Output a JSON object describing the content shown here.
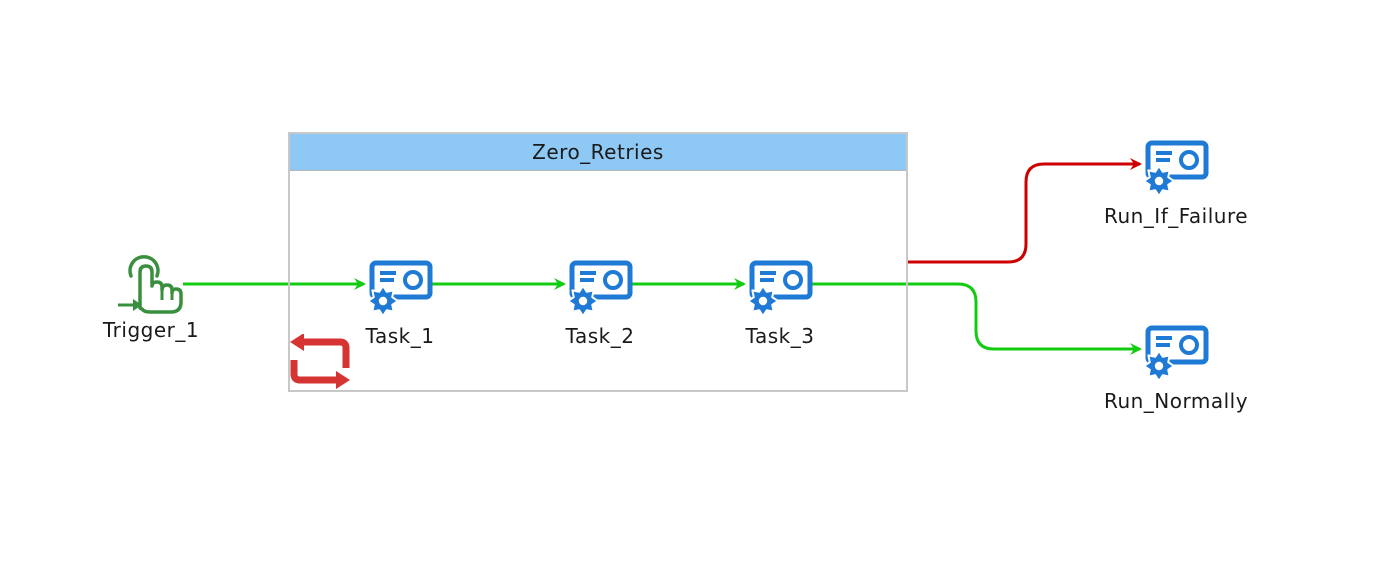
{
  "colors": {
    "success_edge": "#11cc11",
    "failure_edge": "#cc0000",
    "task_icon": "#1f7ad6",
    "trigger_icon": "#3a8f3f",
    "group_header": "#8ec9f5",
    "loop_icon": "#d63333"
  },
  "group": {
    "title": "Zero_Retries",
    "loop_icon": "retry-loop-icon"
  },
  "trigger": {
    "label": "Trigger_1",
    "icon": "touch-trigger-icon"
  },
  "tasks": [
    {
      "id": "task_1",
      "label": "Task_1",
      "icon": "task-gear-icon"
    },
    {
      "id": "task_2",
      "label": "Task_2",
      "icon": "task-gear-icon"
    },
    {
      "id": "task_3",
      "label": "Task_3",
      "icon": "task-gear-icon"
    }
  ],
  "outputs": [
    {
      "id": "run_if_failure",
      "label": "Run_If_Failure",
      "icon": "task-gear-icon"
    },
    {
      "id": "run_normally",
      "label": "Run_Normally",
      "icon": "task-gear-icon"
    }
  ],
  "edges": [
    {
      "from": "trigger",
      "to": "task_1",
      "kind": "success"
    },
    {
      "from": "task_1",
      "to": "task_2",
      "kind": "success"
    },
    {
      "from": "task_2",
      "to": "task_3",
      "kind": "success"
    },
    {
      "from": "group",
      "to": "run_if_failure",
      "kind": "failure"
    },
    {
      "from": "task_3",
      "to": "run_normally",
      "kind": "success"
    }
  ]
}
